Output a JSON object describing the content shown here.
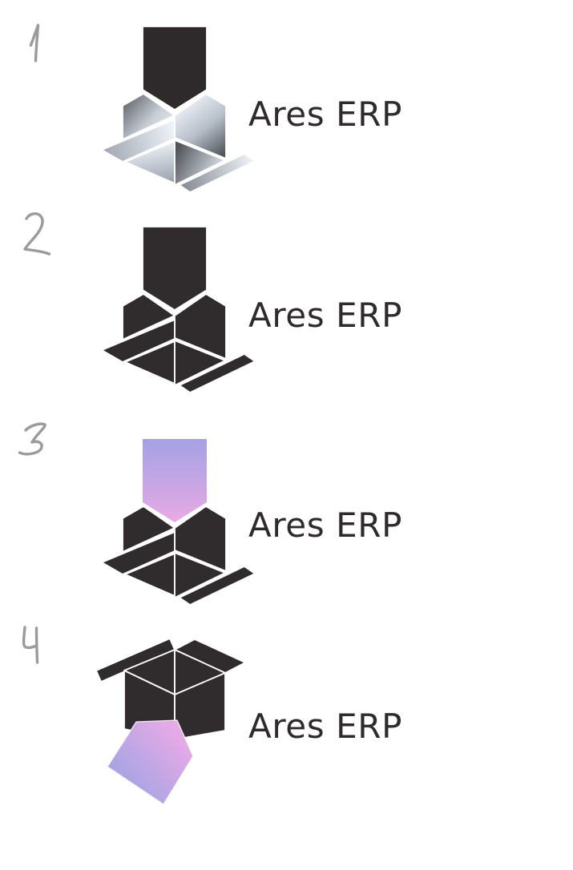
{
  "page": {
    "background": "#ffffff",
    "description": "Logo concept sheet with four numbered variants of the Ares ERP mark"
  },
  "brand": "Ares ERP",
  "colors": {
    "ink": "#302c2d",
    "text": "#2f2b2c",
    "annotation_gray": "#9b9b9b",
    "gap_white": "#ffffff",
    "purple_top": "#a5a1e3",
    "purple_bottom": "#e9aae5",
    "metal_dark": "#4a4d53",
    "metal_light": "#f2f6fb"
  },
  "rows": [
    {
      "number": "1",
      "brand": "Ares ERP",
      "variant": "metallic-gradient-box-dark-arrow"
    },
    {
      "number": "2",
      "brand": "Ares ERP",
      "variant": "solid-dark-box-dark-arrow"
    },
    {
      "number": "3",
      "brand": "Ares ERP",
      "variant": "solid-dark-box-purple-gradient-arrow"
    },
    {
      "number": "4",
      "brand": "Ares ERP",
      "variant": "upright-open-box-purple-arrow-escaping"
    }
  ]
}
